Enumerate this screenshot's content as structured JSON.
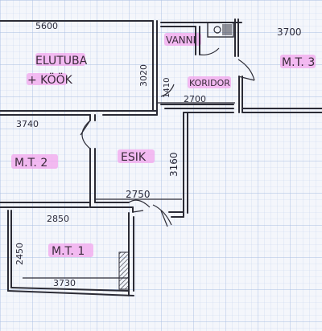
{
  "rooms": {
    "elutuba": [
      "ELUTUBA",
      "+ KÖÖK"
    ],
    "vanni": "VANNI",
    "koridor": "KORIDOR",
    "mt3": "M.T. 3",
    "mt2": "M.T. 2",
    "esik": "ESIK",
    "mt1": "M.T. 1"
  },
  "dimensions": {
    "d5600": "5600",
    "d3700": "3700",
    "d3020": "3020",
    "d1410": "1410",
    "d2700": "2700",
    "d3740": "3740",
    "d3160": "3160",
    "d2750": "2750",
    "d2850": "2850",
    "d2450": "2450",
    "d3730": "3730"
  },
  "colors": {
    "highlight": "#f3a6ee",
    "grid": "#b9c9e6",
    "ink": "#2b2b35"
  }
}
